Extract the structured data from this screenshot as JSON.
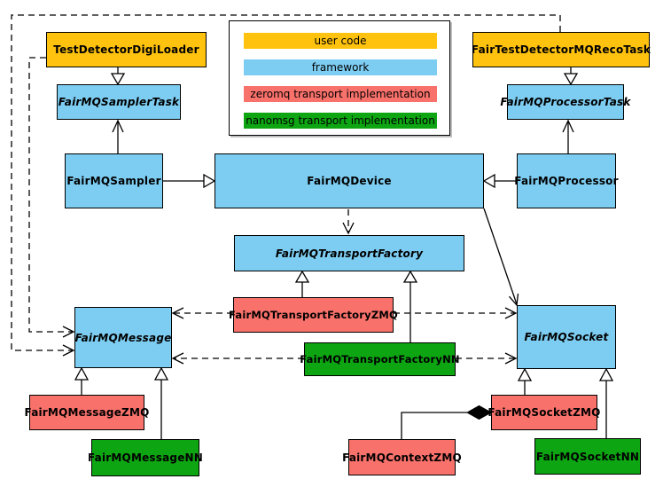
{
  "legend": {
    "items": [
      {
        "label": "user code",
        "color": "#FFC20E"
      },
      {
        "label": "framework",
        "color": "#7DCDF2"
      },
      {
        "label": "zeromq transport implementation",
        "color": "#F9716B"
      },
      {
        "label": "nanomsg transport implementation",
        "color": "#0DA612"
      }
    ]
  },
  "nodes": {
    "test_detector_digi_loader": {
      "label": "TestDetectorDigiLoader",
      "category": "user code",
      "abstract": false
    },
    "fair_test_detector_mq_reco_task": {
      "label": "FairTestDetectorMQRecoTask",
      "category": "user code",
      "abstract": false
    },
    "fairmq_sampler_task": {
      "label": "FairMQSamplerTask",
      "category": "framework",
      "abstract": true
    },
    "fairmq_processor_task": {
      "label": "FairMQProcessorTask",
      "category": "framework",
      "abstract": true
    },
    "fairmq_sampler": {
      "label": "FairMQSampler",
      "category": "framework",
      "abstract": false
    },
    "fairmq_device": {
      "label": "FairMQDevice",
      "category": "framework",
      "abstract": false
    },
    "fairmq_processor": {
      "label": "FairMQProcessor",
      "category": "framework",
      "abstract": false
    },
    "fairmq_transport_factory": {
      "label": "FairMQTransportFactory",
      "category": "framework",
      "abstract": true
    },
    "fairmq_transport_factory_zmq": {
      "label": "FairMQTransportFactoryZMQ",
      "category": "zeromq transport implementation",
      "abstract": false
    },
    "fairmq_transport_factory_nn": {
      "label": "FairMQTransportFactoryNN",
      "category": "nanomsg transport implementation",
      "abstract": false
    },
    "fairmq_message": {
      "label": "FairMQMessage",
      "category": "framework",
      "abstract": true
    },
    "fairmq_socket": {
      "label": "FairMQSocket",
      "category": "framework",
      "abstract": true
    },
    "fairmq_message_zmq": {
      "label": "FairMQMessageZMQ",
      "category": "zeromq transport implementation",
      "abstract": false
    },
    "fairmq_message_nn": {
      "label": "FairMQMessageNN",
      "category": "nanomsg transport implementation",
      "abstract": false
    },
    "fairmq_context_zmq": {
      "label": "FairMQContextZMQ",
      "category": "zeromq transport implementation",
      "abstract": false
    },
    "fairmq_socket_zmq": {
      "label": "FairMQSocketZMQ",
      "category": "zeromq transport implementation",
      "abstract": false
    },
    "fairmq_socket_nn": {
      "label": "FairMQSocketNN",
      "category": "nanomsg transport implementation",
      "abstract": false
    }
  },
  "edges": [
    {
      "from": "TestDetectorDigiLoader",
      "to": "FairMQSamplerTask",
      "type": "inheritance"
    },
    {
      "from": "FairTestDetectorMQRecoTask",
      "to": "FairMQProcessorTask",
      "type": "inheritance"
    },
    {
      "from": "FairMQSampler",
      "to": "FairMQSamplerTask",
      "type": "association-arrow"
    },
    {
      "from": "FairMQProcessor",
      "to": "FairMQProcessorTask",
      "type": "association-arrow"
    },
    {
      "from": "FairMQSampler",
      "to": "FairMQDevice",
      "type": "inheritance"
    },
    {
      "from": "FairMQProcessor",
      "to": "FairMQDevice",
      "type": "inheritance"
    },
    {
      "from": "FairMQDevice",
      "to": "FairMQTransportFactory",
      "type": "dashed-dependency"
    },
    {
      "from": "FairMQDevice",
      "to": "FairMQSocket",
      "type": "association-arrow"
    },
    {
      "from": "TestDetectorDigiLoader",
      "to": "FairMQMessage",
      "type": "dashed-dependency"
    },
    {
      "from": "FairTestDetectorMQRecoTask",
      "to": "FairMQMessage",
      "type": "dashed-dependency"
    },
    {
      "from": "FairMQTransportFactoryZMQ",
      "to": "FairMQTransportFactory",
      "type": "inheritance"
    },
    {
      "from": "FairMQTransportFactoryNN",
      "to": "FairMQTransportFactory",
      "type": "inheritance"
    },
    {
      "from": "FairMQTransportFactoryZMQ",
      "to": "FairMQMessage",
      "type": "dashed-dependency"
    },
    {
      "from": "FairMQTransportFactoryZMQ",
      "to": "FairMQSocket",
      "type": "dashed-dependency"
    },
    {
      "from": "FairMQTransportFactoryNN",
      "to": "FairMQMessage",
      "type": "dashed-dependency"
    },
    {
      "from": "FairMQTransportFactoryNN",
      "to": "FairMQSocket",
      "type": "dashed-dependency"
    },
    {
      "from": "FairMQMessageZMQ",
      "to": "FairMQMessage",
      "type": "inheritance"
    },
    {
      "from": "FairMQMessageNN",
      "to": "FairMQMessage",
      "type": "inheritance"
    },
    {
      "from": "FairMQSocketZMQ",
      "to": "FairMQSocket",
      "type": "inheritance"
    },
    {
      "from": "FairMQSocketNN",
      "to": "FairMQSocket",
      "type": "inheritance"
    },
    {
      "from": "FairMQContextZMQ",
      "to": "FairMQSocketZMQ",
      "type": "composition"
    }
  ],
  "colors": {
    "user_code": "#FFC20E",
    "framework": "#7DCDF2",
    "zeromq": "#F9716B",
    "nanomsg": "#0DA612",
    "line": "#000000",
    "background": "#FFFFFF"
  }
}
